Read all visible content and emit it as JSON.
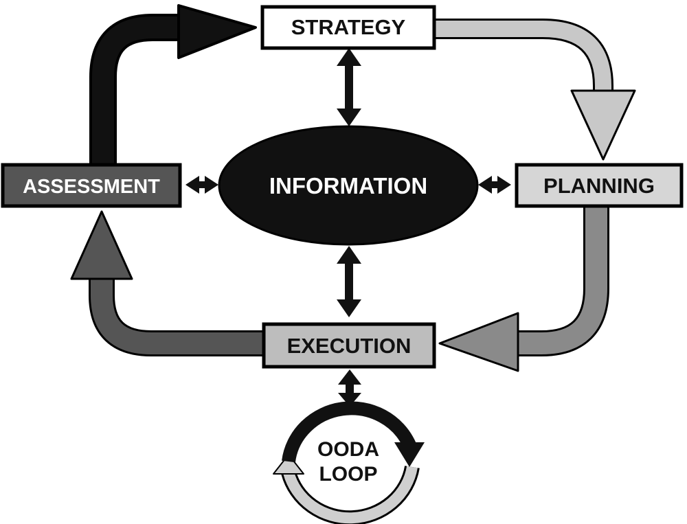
{
  "diagram": {
    "nodes": {
      "strategy": "STRATEGY",
      "planning": "PLANNING",
      "execution": "EXECUTION",
      "assessment": "ASSESSMENT",
      "information": "INFORMATION"
    },
    "ooda": {
      "line1": "OODA",
      "line2": "LOOP"
    }
  },
  "colors": {
    "black": "#111111",
    "dark_gray": "#555555",
    "mid_gray": "#8a8a8a",
    "light_gray": "#c4c4c4",
    "lighter_gray": "#d6d6d6",
    "white": "#ffffff"
  }
}
